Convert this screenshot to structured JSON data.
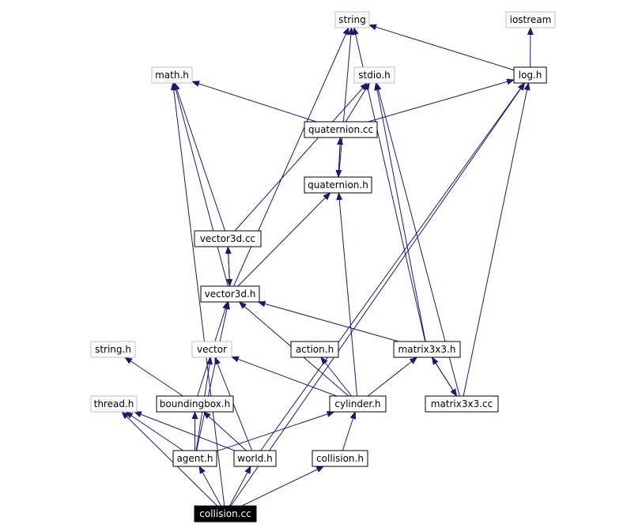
{
  "graph": {
    "colors": {
      "edge": "#191970",
      "box_border": "#000000",
      "external_border": "#bfbfbf",
      "root_fill": "#000000",
      "root_text": "#ffffff",
      "text": "#000000"
    },
    "nodes": [
      {
        "id": "string",
        "label": "string",
        "style": "external"
      },
      {
        "id": "iostream",
        "label": "iostream",
        "style": "external"
      },
      {
        "id": "math_h",
        "label": "math.h",
        "style": "external"
      },
      {
        "id": "stdio_h",
        "label": "stdio.h",
        "style": "external"
      },
      {
        "id": "log_h",
        "label": "log.h",
        "style": "normal"
      },
      {
        "id": "quaternion_cc",
        "label": "quaternion.cc",
        "style": "normal"
      },
      {
        "id": "quaternion_h",
        "label": "quaternion.h",
        "style": "normal"
      },
      {
        "id": "vector3d_cc",
        "label": "vector3d.cc",
        "style": "normal"
      },
      {
        "id": "vector3d_h",
        "label": "vector3d.h",
        "style": "normal"
      },
      {
        "id": "string_h",
        "label": "string.h",
        "style": "external"
      },
      {
        "id": "vector",
        "label": "vector",
        "style": "external"
      },
      {
        "id": "action_h",
        "label": "action.h",
        "style": "normal"
      },
      {
        "id": "matrix3x3_h",
        "label": "matrix3x3.h",
        "style": "normal"
      },
      {
        "id": "thread_h",
        "label": "thread.h",
        "style": "external"
      },
      {
        "id": "boundingbox_h",
        "label": "boundingbox.h",
        "style": "normal"
      },
      {
        "id": "cylinder_h",
        "label": "cylinder.h",
        "style": "normal"
      },
      {
        "id": "matrix3x3_cc",
        "label": "matrix3x3.cc",
        "style": "normal"
      },
      {
        "id": "agent_h",
        "label": "agent.h",
        "style": "normal"
      },
      {
        "id": "world_h",
        "label": "world.h",
        "style": "normal"
      },
      {
        "id": "collision_h",
        "label": "collision.h",
        "style": "normal"
      },
      {
        "id": "collision_cc",
        "label": "collision.cc",
        "style": "root"
      }
    ],
    "edges": [
      {
        "from": "log_h",
        "to": "iostream"
      },
      {
        "from": "log_h",
        "to": "string"
      },
      {
        "from": "quaternion_cc",
        "to": "math_h"
      },
      {
        "from": "quaternion_cc",
        "to": "stdio_h"
      },
      {
        "from": "quaternion_cc",
        "to": "log_h"
      },
      {
        "from": "quaternion_cc",
        "to": "quaternion_h"
      },
      {
        "from": "quaternion_h",
        "to": "string"
      },
      {
        "from": "quaternion_h",
        "to": "quaternion_cc"
      },
      {
        "from": "vector3d_cc",
        "to": "math_h"
      },
      {
        "from": "vector3d_cc",
        "to": "stdio_h"
      },
      {
        "from": "vector3d_cc",
        "to": "vector3d_h"
      },
      {
        "from": "vector3d_h",
        "to": "string"
      },
      {
        "from": "vector3d_h",
        "to": "math_h"
      },
      {
        "from": "vector3d_h",
        "to": "quaternion_h"
      },
      {
        "from": "vector3d_h",
        "to": "vector3d_cc"
      },
      {
        "from": "matrix3x3_h",
        "to": "string"
      },
      {
        "from": "matrix3x3_h",
        "to": "stdio_h"
      },
      {
        "from": "matrix3x3_h",
        "to": "vector3d_h"
      },
      {
        "from": "matrix3x3_h",
        "to": "matrix3x3_cc"
      },
      {
        "from": "matrix3x3_cc",
        "to": "stdio_h"
      },
      {
        "from": "matrix3x3_cc",
        "to": "log_h"
      },
      {
        "from": "matrix3x3_cc",
        "to": "matrix3x3_h"
      },
      {
        "from": "boundingbox_h",
        "to": "string_h"
      },
      {
        "from": "boundingbox_h",
        "to": "vector3d_h"
      },
      {
        "from": "cylinder_h",
        "to": "quaternion_h"
      },
      {
        "from": "cylinder_h",
        "to": "vector3d_h"
      },
      {
        "from": "cylinder_h",
        "to": "vector"
      },
      {
        "from": "cylinder_h",
        "to": "action_h"
      },
      {
        "from": "cylinder_h",
        "to": "matrix3x3_h"
      },
      {
        "from": "agent_h",
        "to": "vector3d_h"
      },
      {
        "from": "agent_h",
        "to": "vector"
      },
      {
        "from": "agent_h",
        "to": "thread_h"
      },
      {
        "from": "agent_h",
        "to": "boundingbox_h"
      },
      {
        "from": "agent_h",
        "to": "cylinder_h"
      },
      {
        "from": "world_h",
        "to": "vector"
      },
      {
        "from": "world_h",
        "to": "thread_h"
      },
      {
        "from": "world_h",
        "to": "boundingbox_h"
      },
      {
        "from": "world_h",
        "to": "log_h"
      },
      {
        "from": "collision_h",
        "to": "cylinder_h"
      },
      {
        "from": "collision_cc",
        "to": "math_h"
      },
      {
        "from": "collision_cc",
        "to": "log_h"
      },
      {
        "from": "collision_cc",
        "to": "thread_h"
      },
      {
        "from": "collision_cc",
        "to": "agent_h"
      },
      {
        "from": "collision_cc",
        "to": "world_h"
      },
      {
        "from": "collision_cc",
        "to": "collision_h"
      }
    ]
  }
}
